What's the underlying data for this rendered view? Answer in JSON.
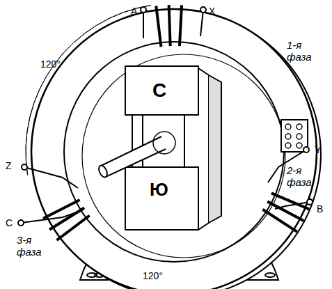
{
  "diagram": {
    "labels": [
      "A",
      "X",
      "1-я фаза",
      "120°",
      "Y",
      "2-я фаза",
      "B",
      "Z",
      "C",
      "3-я фаза",
      "120°",
      "С",
      "Ю"
    ]
  }
}
